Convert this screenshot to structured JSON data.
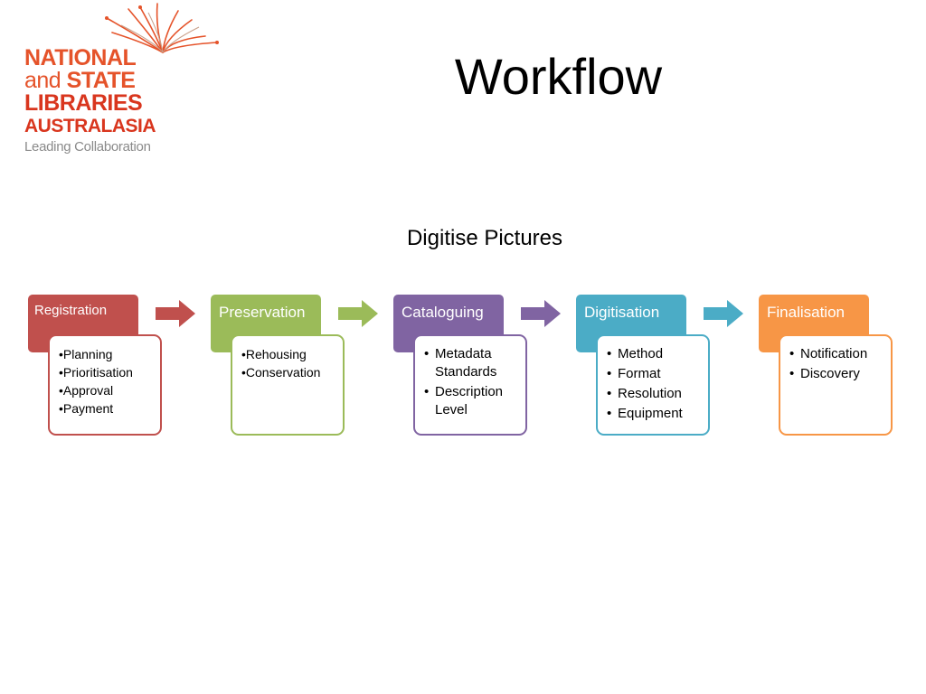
{
  "logo": {
    "line1": "NATIONAL",
    "line2_and": "and",
    "line2_state": "STATE",
    "line3": "LIBRARIES",
    "line4": "AUSTRALASIA",
    "tagline": "Leading Collaboration",
    "colors": {
      "primary": "#e5532a",
      "dark": "#d9361e",
      "tagline": "#8a8a8a"
    }
  },
  "title": "Workflow",
  "subtitle": "Digitise Pictures",
  "stages": [
    {
      "label": "Registration",
      "color": "#c0504d",
      "items": [
        "•Planning",
        "•Prioritisation",
        "•Approval",
        "•Payment"
      ]
    },
    {
      "label": "Preservation",
      "color": "#9bbb59",
      "items": [
        "•Rehousing",
        "•Conservation"
      ]
    },
    {
      "label": "Cataloguing",
      "color": "#8064a2",
      "items": [
        "Metadata Standards",
        "Description Level"
      ]
    },
    {
      "label": "Digitisation",
      "color": "#4bacc6",
      "items": [
        "Method",
        "Format",
        "Resolution",
        "Equipment"
      ]
    },
    {
      "label": "Finalisation",
      "color": "#f79646",
      "items": [
        "Notification",
        "Discovery"
      ]
    }
  ]
}
